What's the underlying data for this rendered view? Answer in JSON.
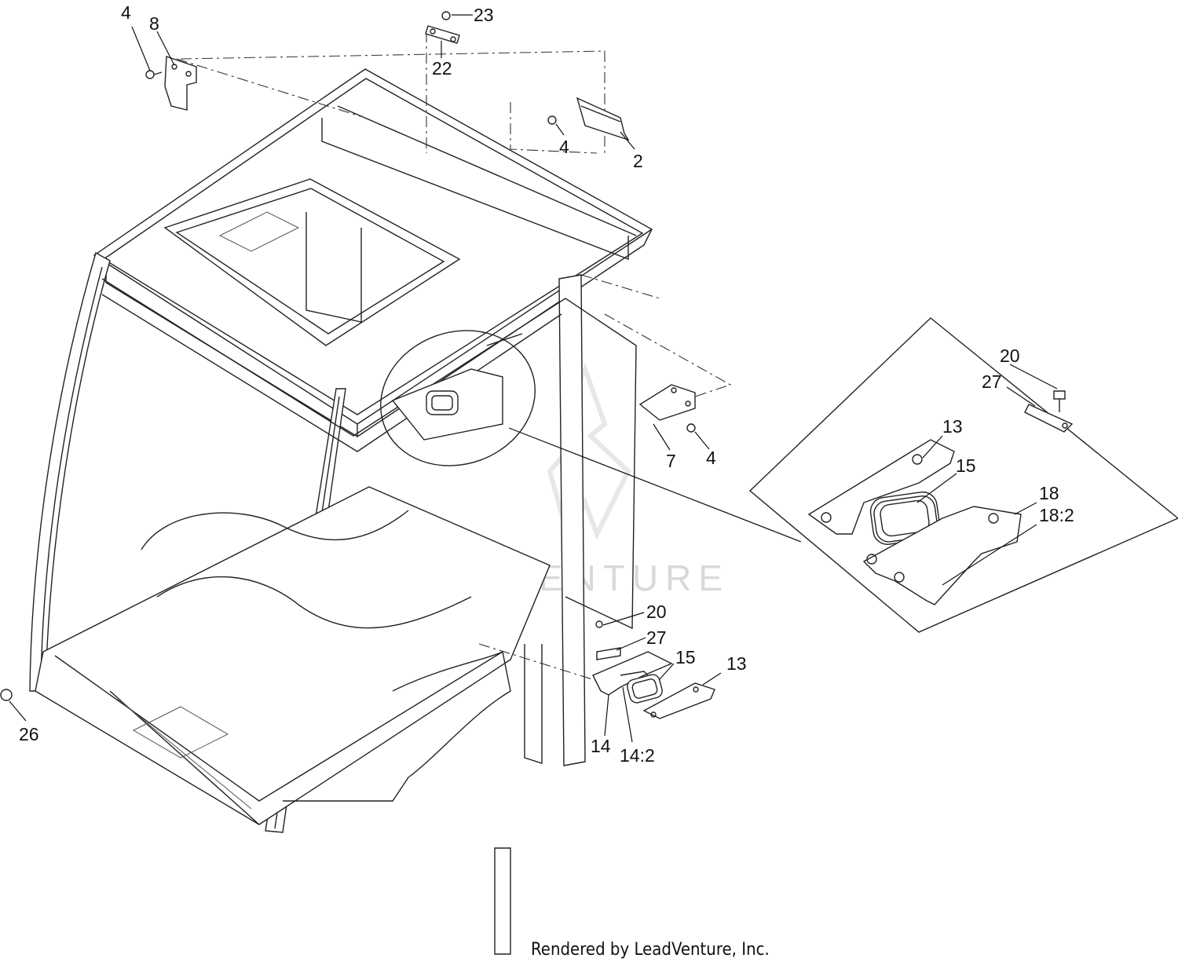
{
  "diagram": {
    "callouts": [
      {
        "id": "c-4-topleft",
        "text": "4"
      },
      {
        "id": "c-8",
        "text": "8"
      },
      {
        "id": "c-23",
        "text": "23"
      },
      {
        "id": "c-22",
        "text": "22"
      },
      {
        "id": "c-4-topmid",
        "text": "4"
      },
      {
        "id": "c-2",
        "text": "2"
      },
      {
        "id": "c-7",
        "text": "7"
      },
      {
        "id": "c-4-mid",
        "text": "4"
      },
      {
        "id": "c-20-detail",
        "text": "20"
      },
      {
        "id": "c-27-detail",
        "text": "27"
      },
      {
        "id": "c-13-detail",
        "text": "13"
      },
      {
        "id": "c-15-detail",
        "text": "15"
      },
      {
        "id": "c-18",
        "text": "18"
      },
      {
        "id": "c-18-2",
        "text": "18:2"
      },
      {
        "id": "c-20-low",
        "text": "20"
      },
      {
        "id": "c-27-low",
        "text": "27"
      },
      {
        "id": "c-15-low",
        "text": "15"
      },
      {
        "id": "c-13-low",
        "text": "13"
      },
      {
        "id": "c-14",
        "text": "14"
      },
      {
        "id": "c-14-2",
        "text": "14:2"
      },
      {
        "id": "c-26",
        "text": "26"
      }
    ],
    "watermark": "LEADVENTURE",
    "credit": "Rendered by LeadVenture, Inc."
  }
}
